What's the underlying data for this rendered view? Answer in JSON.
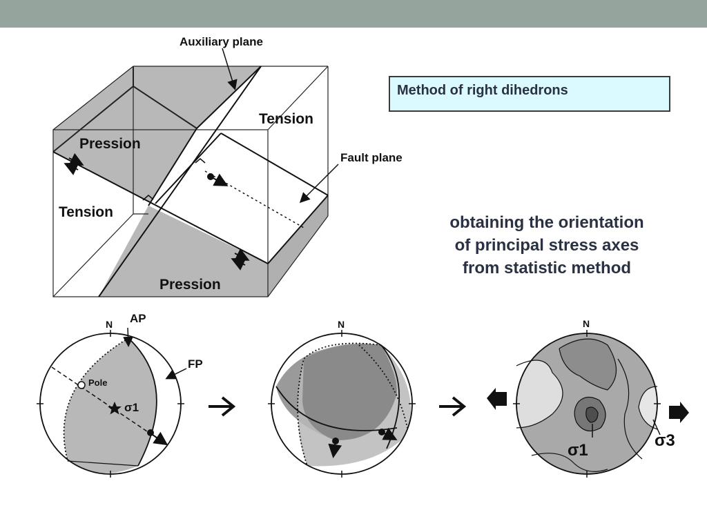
{
  "header": {
    "bar_color": "#95a49c"
  },
  "method_box": {
    "title": "Method of right dihedrons",
    "background": "#dafaff"
  },
  "description": {
    "lines": [
      "obtaining the orientation",
      "of principal stress axes",
      "from statistic method"
    ]
  },
  "block_diagram": {
    "labels": {
      "auxiliary_plane": "Auxiliary plane",
      "fault_plane": "Fault plane",
      "pression_top": "Pression",
      "pression_bottom": "Pression",
      "tension_left": "Tension",
      "tension_right": "Tension"
    },
    "shading_color": "#b8b8b8"
  },
  "stereonets": {
    "first": {
      "north": "N",
      "ap": "AP",
      "fp": "FP",
      "pole": "Pole",
      "sigma1": "σ1"
    },
    "second": {
      "north": "N"
    },
    "third": {
      "north": "N",
      "sigma1": "σ1",
      "sigma3": "σ3"
    }
  },
  "icons": [
    "arrow-right-icon",
    "arrow-right-icon",
    "compression-arrow-icon",
    "compression-arrow-icon"
  ]
}
